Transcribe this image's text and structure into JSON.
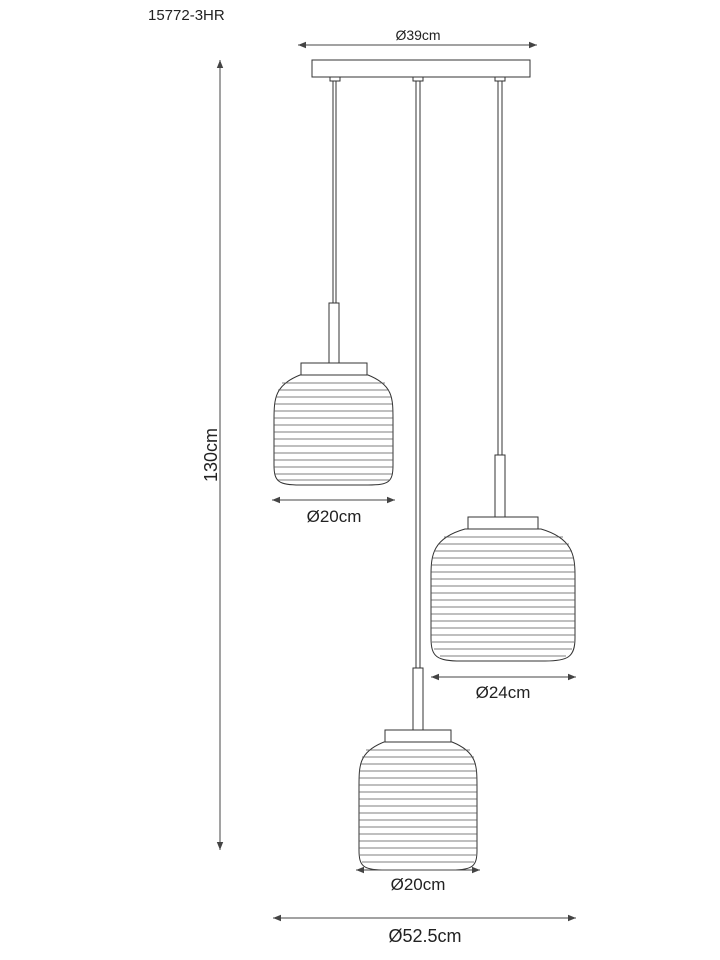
{
  "product_code": "15772-3HR",
  "dimensions": {
    "canopy_diameter": "Ø39cm",
    "total_height": "130cm",
    "shade_left_diameter": "Ø20cm",
    "shade_right_diameter": "Ø24cm",
    "shade_bottom_diameter": "Ø20cm",
    "overall_diameter": "Ø52.5cm"
  },
  "colors": {
    "line": "#333333",
    "text": "#222222"
  }
}
